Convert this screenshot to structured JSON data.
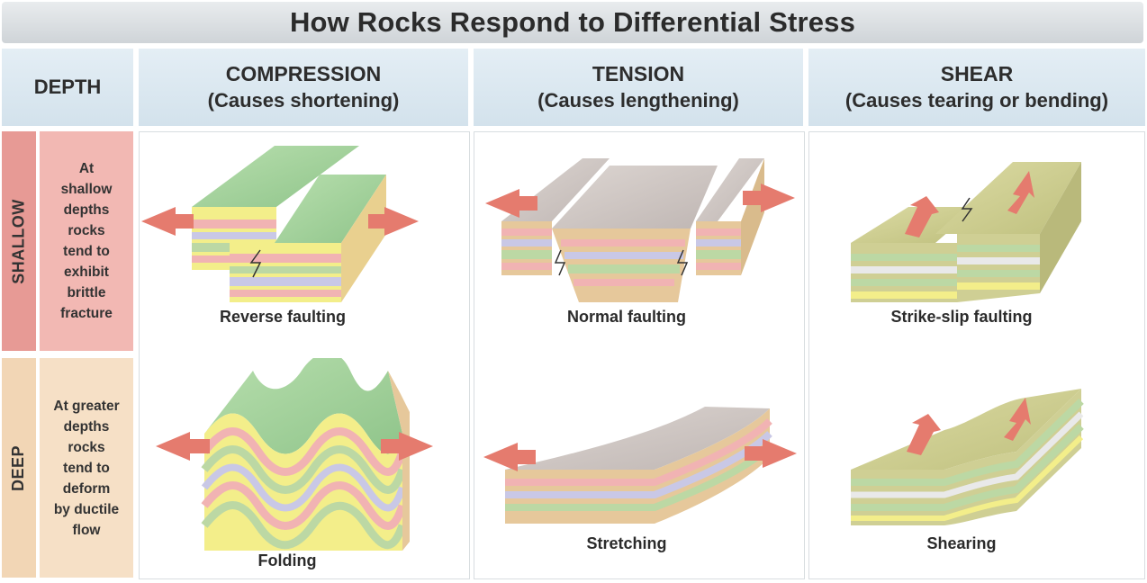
{
  "title": "How Rocks Respond to Differential Stress",
  "headers": {
    "depth": "DEPTH",
    "compression": {
      "name": "COMPRESSION",
      "desc": "(Causes shortening)"
    },
    "tension": {
      "name": "TENSION",
      "desc": "(Causes lengthening)"
    },
    "shear": {
      "name": "SHEAR",
      "desc": "(Causes tearing or bending)"
    }
  },
  "rows": {
    "shallow": {
      "label": "SHALLOW",
      "desc_lines": [
        "At",
        "shallow",
        "depths",
        "rocks",
        "tend to",
        "exhibit",
        "brittle",
        "fracture"
      ],
      "captions": {
        "compression": "Reverse faulting",
        "tension": "Normal faulting",
        "shear": "Strike-slip faulting"
      }
    },
    "deep": {
      "label": "DEEP",
      "desc_lines": [
        "At greater",
        "depths",
        "rocks",
        "tend to",
        "deform",
        "by ductile",
        "flow"
      ],
      "captions": {
        "compression": "Folding",
        "tension": "Stretching",
        "shear": "Shearing"
      }
    }
  },
  "colors": {
    "header_bg": "#d9e6ef",
    "title_bg": "#dde1e4",
    "shallow_band": "#e79a95",
    "shallow_desc": "#f2b8b3",
    "deep_band": "#f2d6b5",
    "deep_desc": "#f6e0c6",
    "arrow": "#e57b6e",
    "green_top": "#a8d4a0",
    "gray_top": "#d4cdc8",
    "olive_top": "#cfcf94",
    "layer_yellow": "#f3ee8a",
    "layer_pink": "#f1b3b3",
    "layer_blue": "#c9c8e6",
    "layer_green": "#bcd8a4",
    "layer_tan": "#e6c89b"
  }
}
